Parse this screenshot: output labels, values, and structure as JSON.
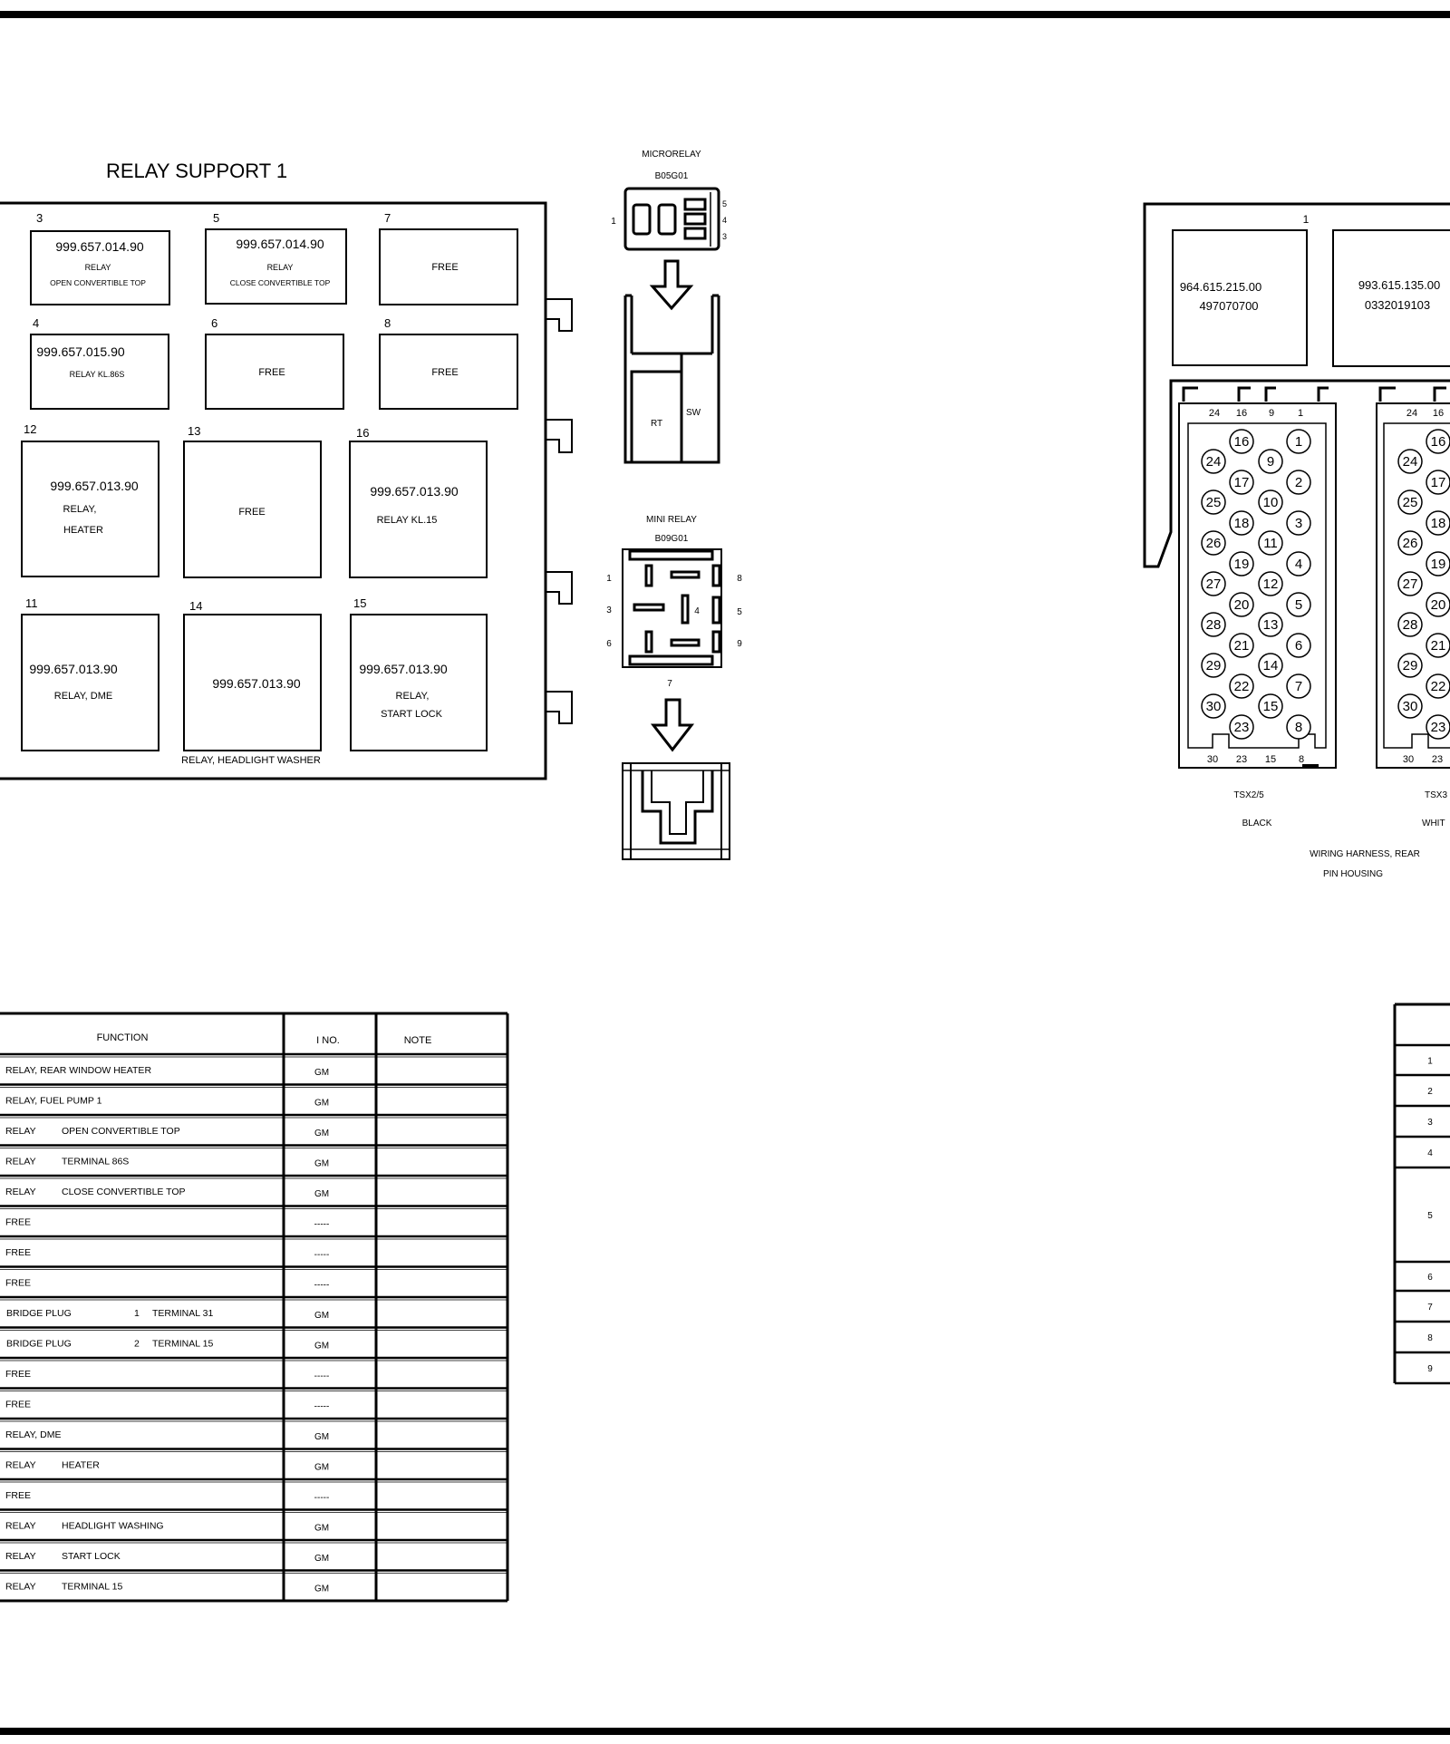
{
  "relay_support": {
    "title": "RELAY SUPPORT 1",
    "footer_label": "RELAY, HEADLIGHT WASHER",
    "slots": [
      {
        "num": "3",
        "lines": [
          "999.657.014.90",
          "RELAY",
          "OPEN CONVERTIBLE TOP"
        ]
      },
      {
        "num": "5",
        "lines": [
          "999.657.014.90",
          "RELAY",
          "CLOSE CONVERTIBLE TOP"
        ]
      },
      {
        "num": "7",
        "lines": [
          "FREE"
        ]
      },
      {
        "num": "4",
        "lines": [
          "999.657.015.90",
          "RELAY KL.86S"
        ]
      },
      {
        "num": "6",
        "lines": [
          "FREE"
        ]
      },
      {
        "num": "8",
        "lines": [
          "FREE"
        ]
      },
      {
        "num": "12",
        "lines": [
          "999.657.013.90",
          "RELAY,",
          "HEATER"
        ]
      },
      {
        "num": "13",
        "lines": [
          "FREE"
        ]
      },
      {
        "num": "16",
        "lines": [
          "999.657.013.90",
          "RELAY KL.15"
        ]
      },
      {
        "num": "11",
        "lines": [
          "999.657.013.90",
          "RELAY, DME"
        ]
      },
      {
        "num": "14",
        "lines": [
          "999.657.013.90"
        ]
      },
      {
        "num": "15",
        "lines": [
          "999.657.013.90",
          "RELAY,",
          "START LOCK"
        ]
      }
    ]
  },
  "microrelay": {
    "title": "MICRORELAY",
    "code": "B05G01",
    "pin_left": "1",
    "pins_right": [
      "5",
      "4",
      "3"
    ],
    "socket_labels": [
      "RT",
      "SW"
    ]
  },
  "minirelay": {
    "title": "MINI RELAY",
    "code": "B09G01",
    "pins_left": [
      "1",
      "3",
      "6"
    ],
    "pins_right": [
      "8",
      "5",
      "9"
    ],
    "pin_center": "4",
    "pin_bottom": "7"
  },
  "harness": {
    "top_label": "1",
    "module_left": [
      "964.615.215.00",
      "497070700"
    ],
    "module_right": [
      "993.615.135.00",
      "0332019103"
    ],
    "connector_black": {
      "top_pins": [
        "24",
        "16",
        "9",
        "1"
      ],
      "bottom_pins": [
        "30",
        "23",
        "15",
        "8"
      ],
      "col_a": [
        "24",
        "25",
        "26",
        "27",
        "28",
        "29",
        "30"
      ],
      "col_b": [
        "16",
        "17",
        "18",
        "19",
        "20",
        "21",
        "22",
        "23"
      ],
      "col_c": [
        "9",
        "10",
        "11",
        "12",
        "13",
        "14",
        "15"
      ],
      "col_d": [
        "1",
        "2",
        "3",
        "4",
        "5",
        "6",
        "7",
        "8"
      ],
      "name": "TSX2/5",
      "color": "BLACK"
    },
    "connector_white": {
      "top_pins": [
        "24",
        "16"
      ],
      "bottom_pins": [
        "30",
        "23"
      ],
      "col_a": [
        "24",
        "25",
        "26",
        "27",
        "28",
        "29",
        "30"
      ],
      "col_b": [
        "16",
        "17",
        "18",
        "19",
        "20",
        "21",
        "22",
        "23"
      ],
      "name": "TSX3",
      "color": "WHIT"
    },
    "caption": [
      "WIRING HARNESS, REAR",
      "PIN HOUSING"
    ]
  },
  "function_table": {
    "headers": [
      "FUNCTION",
      "I NO.",
      "NOTE"
    ],
    "rows": [
      {
        "function": [
          "RELAY, REAR WINDOW HEATER"
        ],
        "ino": "GM"
      },
      {
        "function": [
          "RELAY, FUEL PUMP 1"
        ],
        "ino": "GM"
      },
      {
        "function": [
          "RELAY",
          "OPEN CONVERTIBLE TOP"
        ],
        "ino": "GM"
      },
      {
        "function": [
          "RELAY",
          "TERMINAL 86S"
        ],
        "ino": "GM"
      },
      {
        "function": [
          "RELAY",
          "CLOSE CONVERTIBLE TOP"
        ],
        "ino": "GM"
      },
      {
        "function": [
          "FREE"
        ],
        "ino": "-----"
      },
      {
        "function": [
          "FREE"
        ],
        "ino": "-----"
      },
      {
        "function": [
          "FREE"
        ],
        "ino": "-----"
      },
      {
        "function": [
          "BRIDGE PLUG",
          "1",
          "TERMINAL 31"
        ],
        "ino": "GM"
      },
      {
        "function": [
          "BRIDGE PLUG",
          "2",
          "TERMINAL 15"
        ],
        "ino": "GM"
      },
      {
        "function": [
          "FREE"
        ],
        "ino": "-----"
      },
      {
        "function": [
          "FREE"
        ],
        "ino": "-----"
      },
      {
        "function": [
          "RELAY, DME"
        ],
        "ino": "GM"
      },
      {
        "function": [
          "RELAY",
          "HEATER"
        ],
        "ino": "GM"
      },
      {
        "function": [
          "FREE"
        ],
        "ino": "-----"
      },
      {
        "function": [
          "RELAY",
          "HEADLIGHT WASHING"
        ],
        "ino": "GM"
      },
      {
        "function": [
          "RELAY",
          "START LOCK"
        ],
        "ino": "GM"
      },
      {
        "function": [
          "RELAY",
          "TERMINAL 15"
        ],
        "ino": "GM"
      }
    ]
  },
  "right_table": {
    "rows": [
      "1",
      "2",
      "3",
      "4",
      "5",
      "6",
      "7",
      "8",
      "9"
    ]
  }
}
